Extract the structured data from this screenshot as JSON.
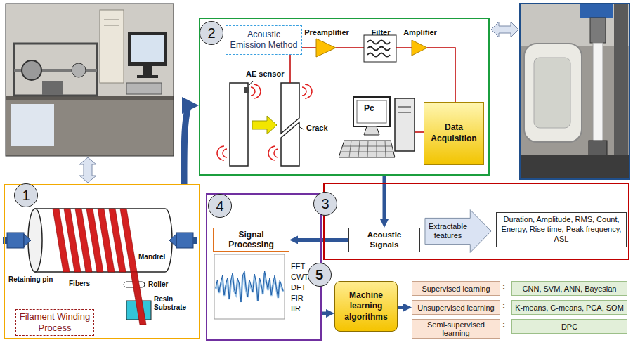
{
  "diagram": {
    "nodes": [
      {
        "text": [
          "1"
        ]
      },
      {
        "text": [
          "Filament Winding Process"
        ],
        "in": 0
      },
      {
        "text": [
          "2"
        ]
      },
      {
        "text": [
          "Acoustic Emission Method"
        ],
        "in": 2
      },
      {
        "text": [
          "Data Acquisition"
        ],
        "in": 2
      },
      {
        "text": [
          "3"
        ]
      },
      {
        "text": [
          "Acoustic Signals"
        ],
        "in": 5
      },
      {
        "text": [
          "Extractable features"
        ],
        "in": 5
      },
      {
        "text": [
          "Duration, Amplitude, RMS, Count, Energy, Rise time, Peak frequency, ASL"
        ],
        "in": 5
      },
      {
        "text": [
          "4",
          "FFT CWT DFT FIR IIR"
        ]
      },
      {
        "text": [
          "Signal Processing"
        ],
        "in": 9
      },
      {
        "text": [
          "5",
          "Machine learning algorithms"
        ]
      },
      {
        "text": [
          "Supervised learning"
        ]
      },
      {
        "text": [
          "CNN, SVM, ANN, Bayesian"
        ]
      },
      {
        "text": [
          "Unsupervised learning"
        ]
      },
      {
        "text": [
          "K-means, C-means, PCA, SOM"
        ]
      },
      {
        "text": [
          "Semi-supervised learning"
        ]
      },
      {
        "text": [
          "DPC"
        ]
      }
    ],
    "edges": [
      {
        "from": 0,
        "to": 2,
        "arrow": "to"
      },
      {
        "from": 2,
        "to": 6,
        "arrow": "to"
      },
      {
        "from": 6,
        "to": 10,
        "arrow": "to"
      },
      {
        "from": 9,
        "to": 11,
        "arrow": "to"
      },
      {
        "from": 11,
        "to": 14,
        "arrow": "to"
      }
    ],
    "labels": [
      "Retaining pin",
      "Fibers",
      "Mandrel",
      "Roller",
      "Resin Substrate",
      "AE sensor",
      "Crack",
      "Preamplifier",
      "Filter",
      "Amplifier",
      "Pc",
      ":",
      ":",
      ":"
    ]
  }
}
